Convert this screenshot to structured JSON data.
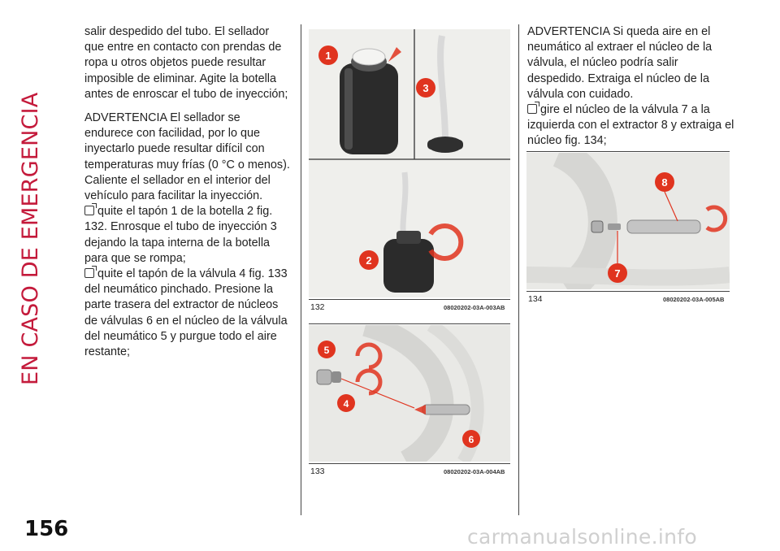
{
  "section": {
    "side_title": "EN CASO DE EMERGENCIA"
  },
  "page": {
    "number": "156",
    "watermark": "carmanualsonline.info"
  },
  "column1": {
    "p1": "salir despedido del tubo. El sellador que entre en contacto con prendas de ropa u otros objetos puede resultar imposible de eliminar. Agite la botella antes de enroscar el tubo de inyección;",
    "p2": "ADVERTENCIA El sellador se endurece con facilidad, por lo que inyectarlo puede resultar difícil con temperaturas muy frías (0 °C o menos). Caliente el sellador en el interior del vehículo para facilitar la inyección.",
    "b1": "quite el tapón 1 de la botella 2 fig. 132. Enrosque el tubo de inyección 3 dejando la tapa interna de la botella para que se rompa;",
    "b2": "quite el tapón de la válvula 4 fig. 133 del neumático pinchado. Presione la parte trasera del extractor de núcleos de válvulas 6 en el núcleo de la válvula del neumático 5 y purgue todo el aire restante;"
  },
  "column3": {
    "p1": "ADVERTENCIA Si queda aire en el neumático al extraer el núcleo de la válvula, el núcleo podría salir despedido. Extraiga el núcleo de la válvula con cuidado.",
    "b1": "gire el núcleo de la válvula 7 a la izquierda con el extractor 8 y extraiga el núcleo fig. 134;"
  },
  "figures": [
    {
      "number": "132",
      "code": "08020202-03A-003AB",
      "callouts": [
        "1",
        "2",
        "3"
      ]
    },
    {
      "number": "133",
      "code": "08020202-03A-004AB",
      "callouts": [
        "4",
        "5",
        "6"
      ]
    },
    {
      "number": "134",
      "code": "08020202-03A-005AB",
      "callouts": [
        "7",
        "8"
      ]
    }
  ],
  "colors": {
    "accent": "#c41a3b",
    "callout": "#e0341f"
  }
}
